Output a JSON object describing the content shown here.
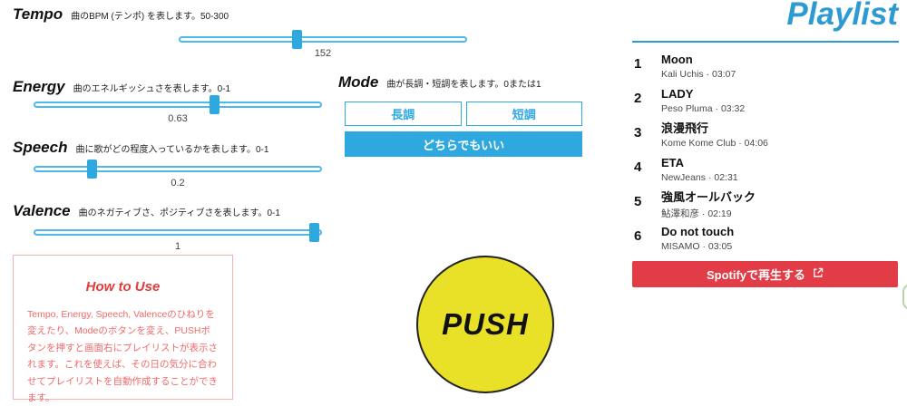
{
  "colors": {
    "slider_blue": "#2fa8e0",
    "slider_track_border": "#4db9ea",
    "playlist_blue": "#2e9ad2",
    "spotify_red": "#e23c46",
    "push_yellow": "#e8e127",
    "howto_red": "#e23c3c"
  },
  "sliders": [
    {
      "label": "Tempo",
      "description": "曲のBPM (テンポ) を表します。50-300",
      "value": "152",
      "percent": 41
    },
    {
      "label": "Energy",
      "description": "曲のエネルギッシュさを表します。0-1",
      "value": "0.63",
      "percent": 63
    },
    {
      "label": "Speech",
      "description": "曲に歌がどの程度入っているかを表します。0-1",
      "value": "0.2",
      "percent": 20
    },
    {
      "label": "Valence",
      "description": "曲のネガティブさ、ポジティブさを表します。0-1",
      "value": "1",
      "percent": 98
    }
  ],
  "mode": {
    "label": "Mode",
    "description": "曲が長調・短調を表します。0または1",
    "buttons": [
      {
        "label": "長調",
        "selected": false
      },
      {
        "label": "短調",
        "selected": false
      },
      {
        "label": "どちらでもいい",
        "selected": true
      }
    ]
  },
  "how_to_use": {
    "title": "How to Use",
    "body": "Tempo, Energy, Speech, Valenceのひねりを変えたり、Modeのボタンを変え、PUSHボタンを押すと画面右にプレイリストが表示されます。これを使えば、その日の気分に合わせてプレイリストを自動作成することができます。"
  },
  "push": {
    "label": "PUSH"
  },
  "playlist": {
    "title": "Playlist",
    "items": [
      {
        "num": "1",
        "title": "Moon",
        "sub": "Kali Uchis · 03:07"
      },
      {
        "num": "2",
        "title": "LADY",
        "sub": "Peso Pluma · 03:32"
      },
      {
        "num": "3",
        "title": "浪漫飛行",
        "sub": "Kome Kome Club · 04:06"
      },
      {
        "num": "4",
        "title": "ETA",
        "sub": "NewJeans · 02:31"
      },
      {
        "num": "5",
        "title": "強風オールバック",
        "sub": "鮎澤和彦 · 02:19"
      },
      {
        "num": "6",
        "title": "Do not touch",
        "sub": "MISAMO · 03:05"
      }
    ],
    "spotify_label": "Spotifyで再生する",
    "spotify_icon": "external-link-icon"
  }
}
